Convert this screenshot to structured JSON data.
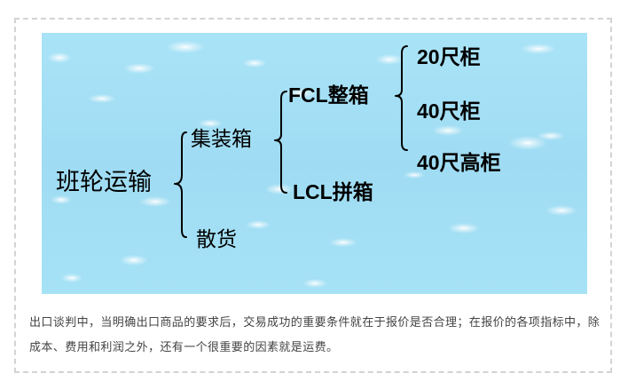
{
  "diagram": {
    "root": "班轮运输",
    "level1": [
      "集装箱",
      "散货"
    ],
    "level2": [
      "FCL整箱",
      "LCL拼箱"
    ],
    "level3": [
      "20尺柜",
      "40尺柜",
      "40尺高柜"
    ]
  },
  "caption": "出口谈判中，当明确出口商品的要求后，交易成功的重要条件就在于报价是否合理；在报价的各项指标中，除成本、费用和利润之外，还有一个很重要的因素就是运费。"
}
